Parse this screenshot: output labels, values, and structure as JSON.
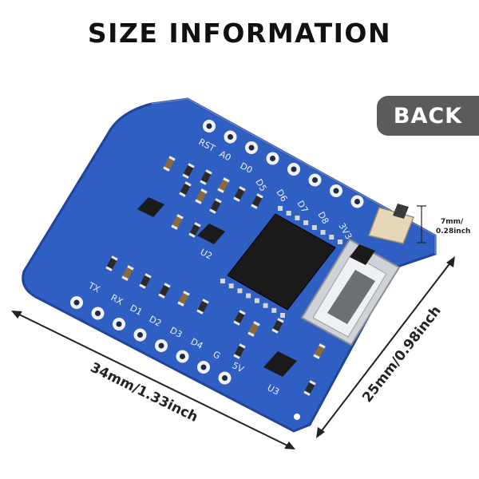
{
  "header": {
    "title": "SIZE INFORMATION"
  },
  "back_button": {
    "label": "BACK"
  },
  "dimensions": {
    "width_label": "34mm/1.33inch",
    "height_label": "25mm/0.98inch",
    "switch_label_line1": "7mm/",
    "switch_label_line2": "0.28inch"
  },
  "board": {
    "top_pin_labels": [
      "RST",
      "A0",
      "D0",
      "D5",
      "D6",
      "D7",
      "D8",
      "3V3"
    ],
    "bottom_pin_labels": [
      "TX",
      "RX",
      "D1",
      "D2",
      "D3",
      "D4",
      "G",
      "5V"
    ],
    "chip_labels": [
      "U2",
      "U3"
    ],
    "colors": {
      "pcb": "#2f5fc2",
      "pcb_edge": "#1f4499",
      "chip": "#1a1a1a",
      "pad": "#c9a24a"
    }
  }
}
